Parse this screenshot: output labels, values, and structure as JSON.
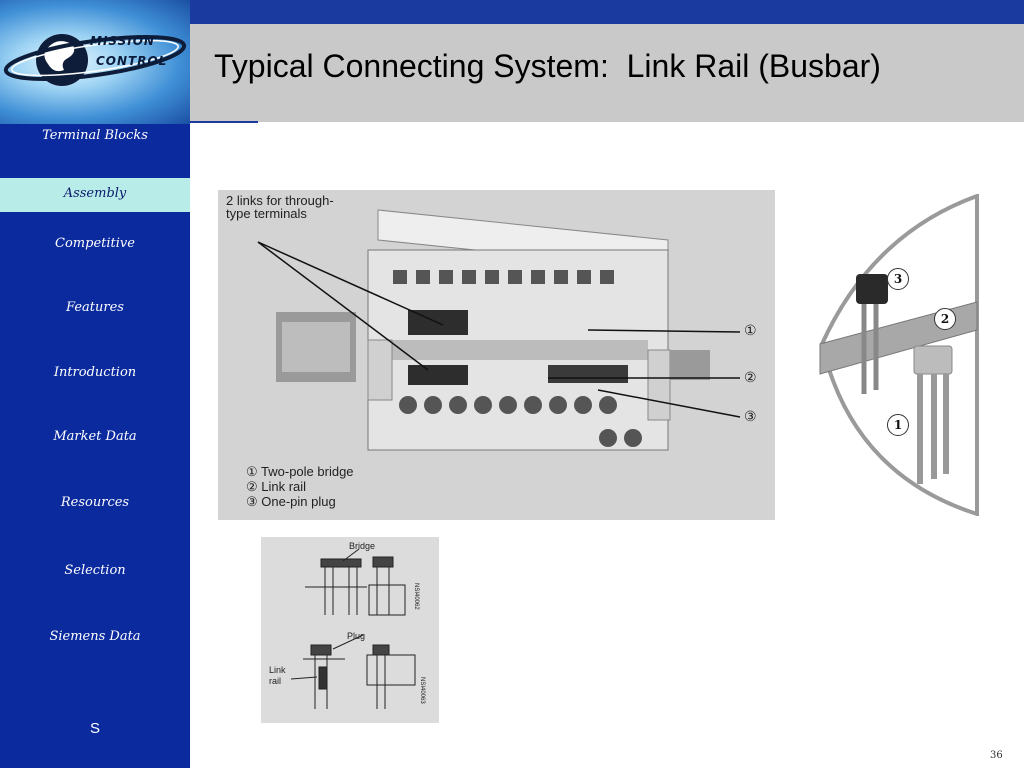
{
  "header": {
    "title": "Typical Connecting System:  Link Rail (Busbar)"
  },
  "logo": {
    "line1": "MISSION",
    "line2": "CONTROL"
  },
  "sidebar": {
    "items": [
      {
        "label": "Terminal Blocks",
        "active": false
      },
      {
        "label": "Assembly",
        "active": true
      },
      {
        "label": "Competitive",
        "active": false
      },
      {
        "label": "Features",
        "active": false
      },
      {
        "label": "Introduction",
        "active": false
      },
      {
        "label": "Market Data",
        "active": false
      },
      {
        "label": "Resources",
        "active": false
      },
      {
        "label": "Selection",
        "active": false
      },
      {
        "label": "Siemens Data",
        "active": false
      }
    ],
    "footer_letter": "S"
  },
  "photo": {
    "caption_line1": "2 links for through-",
    "caption_line2": "type terminals",
    "callouts": [
      "①",
      "②",
      "③"
    ],
    "legend": [
      "① Two-pole bridge",
      "② Link rail",
      "③ One-pin plug"
    ]
  },
  "diagram": {
    "label_bridge": "Bridge",
    "label_plug": "Plug",
    "label_link1": "Link",
    "label_link2": "rail",
    "code1": "NSI40062",
    "code2": "NSI40063"
  },
  "illustration": {
    "badges": [
      "3",
      "2",
      "1"
    ]
  },
  "footer": {
    "page_number": "36"
  },
  "colors": {
    "sidebar_bg": "#0b2a9e",
    "active_item_bg": "#b8ece9",
    "title_band_bg": "#c9c9c9",
    "top_band_bg": "#1a3aa0"
  }
}
